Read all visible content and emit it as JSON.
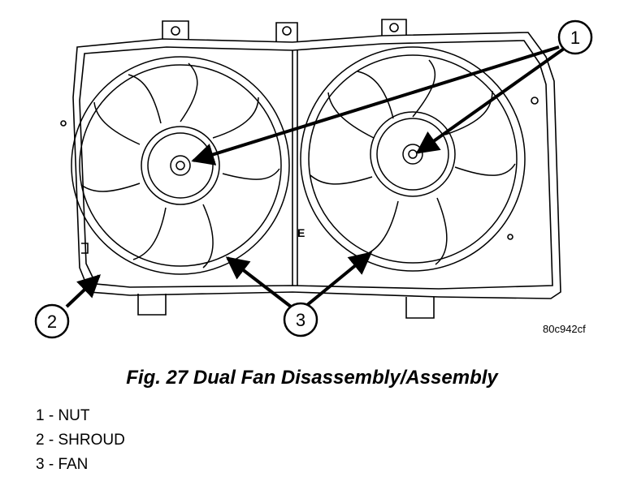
{
  "figure": {
    "code": "80c942cf",
    "shroud_mark": "E",
    "callouts": [
      "1",
      "2",
      "3"
    ]
  },
  "caption": "Fig. 27 Dual Fan Disassembly/Assembly",
  "legend": [
    "1 - NUT",
    "2 - SHROUD",
    "3 - FAN"
  ]
}
